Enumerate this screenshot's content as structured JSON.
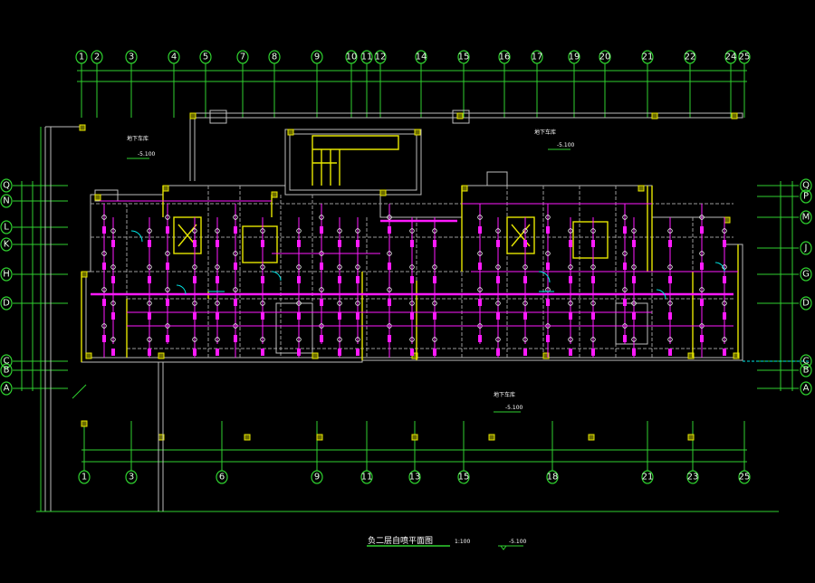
{
  "drawing": {
    "title": "负二层自喷平面图",
    "scale": "1:100",
    "level_mark": "-5.100"
  },
  "grid": {
    "top": [
      "1",
      "2",
      "3",
      "4",
      "5",
      "7",
      "8",
      "9",
      "10",
      "11",
      "12",
      "14",
      "15",
      "16",
      "17",
      "19",
      "20",
      "21",
      "22",
      "24",
      "25"
    ],
    "bottom": [
      "1",
      "3",
      "6",
      "9",
      "11",
      "13",
      "15",
      "18",
      "21",
      "23",
      "25"
    ],
    "left": [
      "Q",
      "N",
      "L",
      "K",
      "H",
      "D",
      "C",
      "B",
      "A"
    ],
    "right": [
      "Q",
      "P",
      "M",
      "J",
      "G",
      "D",
      "C",
      "B",
      "A"
    ]
  },
  "labels": {
    "garage_left": "地下车库",
    "garage_right": "地下车库",
    "garage_bottom": "地下车库",
    "level_left": "-5.100",
    "level_right": "-5.100",
    "level_bottom": "-5.100"
  },
  "colors": {
    "grid": "#2fd12f",
    "wall": "#bdbdbd",
    "column": "#e6e600",
    "sprinkler_pipe": "#ff1aff",
    "door": "#00e5e5"
  }
}
